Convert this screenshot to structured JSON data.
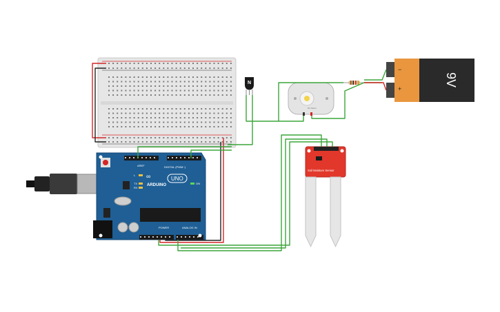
{
  "arduino": {
    "brand": "ARDUINO",
    "model": "UNO",
    "header_digital": "DIGITAL (PWM~)",
    "header_power": "POWER",
    "header_analog": "ANALOG IN",
    "label_tx": "TX",
    "label_rx": "RX",
    "label_on": "ON",
    "label_aref": "AREF",
    "label_l": "L"
  },
  "transistor": {
    "label": "N"
  },
  "battery": {
    "label": "9V",
    "minus": "−",
    "plus": "+"
  },
  "sensor": {
    "label": "Soil Moisture Sensor"
  },
  "motor": {
    "label": "DC Motor"
  },
  "colors": {
    "wire_green": "#3aa639",
    "wire_red": "#d42525",
    "wire_black": "#222222",
    "board_blue": "#1f5f95",
    "sensor_red": "#e2372b",
    "battery_orange": "#e9963e",
    "battery_dark": "#2a2a2a"
  }
}
